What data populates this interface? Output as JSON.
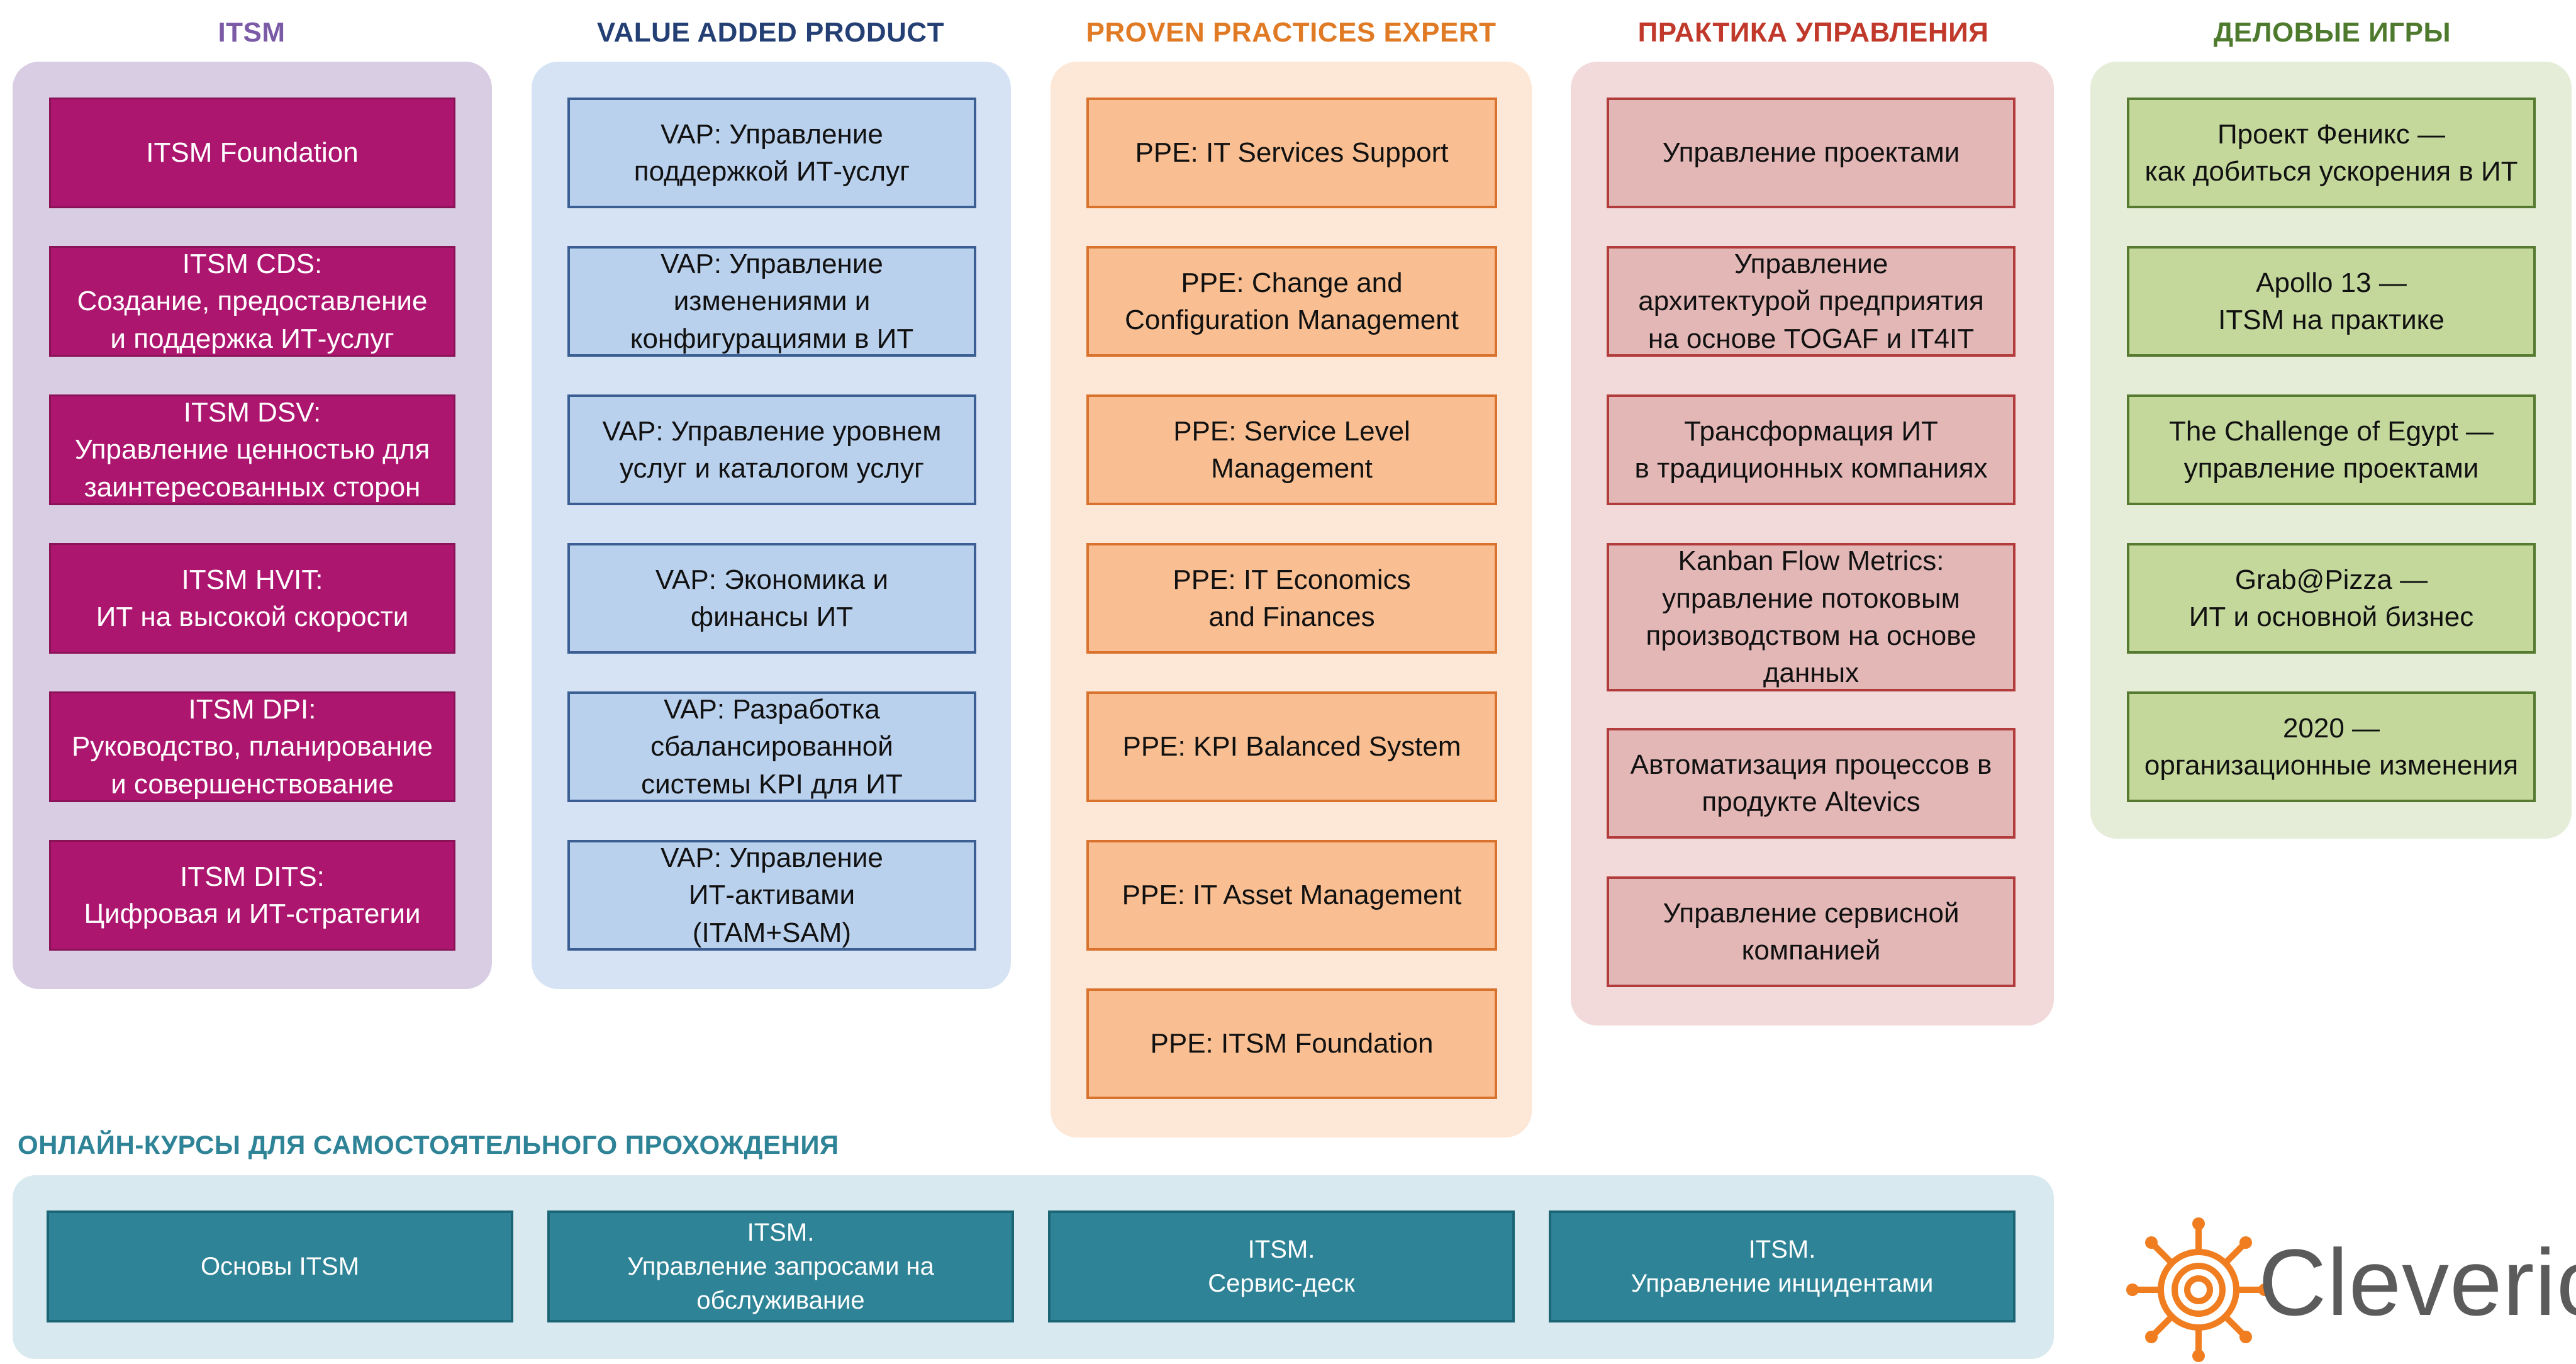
{
  "columns": {
    "itsm": {
      "title": "ITSM",
      "color": "#7b5aa6",
      "items": [
        "ITSM Foundation",
        "ITSM CDS:\nСоздание, предоставление\nи поддержка ИТ-услуг",
        "ITSM DSV:\nУправление ценностью для\nзаинтересованных сторон",
        "ITSM HVIT:\nИТ на высокой скорости",
        "ITSM DPI:\nРуководство, планирование\nи совершенствование",
        "ITSM DITS:\nЦифровая и ИТ-стратегии"
      ]
    },
    "vap": {
      "title": "VALUE ADDED PRODUCT",
      "color": "#243f73",
      "items": [
        "VAP: Управление\nподдержкой ИТ-услуг",
        "VAP: Управление\nизменениями и\nконфигурациями в ИТ",
        "VAP: Управление уровнем\nуслуг и каталогом услуг",
        "VAP: Экономика и\nфинансы ИТ",
        "VAP: Разработка\nсбалансированной\nсистемы KPI для ИТ",
        "VAP: Управление\nИТ-активами\n(ITAM+SAM)"
      ]
    },
    "ppe": {
      "title": "PROVEN PRACTICES EXPERT",
      "color": "#e07a24",
      "items": [
        "PPE: IT Services Support",
        "PPE: Change and\nConfiguration Management",
        "PPE: Service Level\nManagement",
        "PPE: IT Economics\nand Finances",
        "PPE: KPI Balanced System",
        "PPE: IT Asset Management",
        "PPE: ITSM Foundation"
      ]
    },
    "mgmt": {
      "title": "ПРАКТИКА УПРАВЛЕНИЯ",
      "color": "#c0392b",
      "items": [
        "Управление проектами",
        "Управление\nархитектурой предприятия\nна основе TOGAF и IT4IT",
        "Трансформация ИТ\nв традиционных компаниях",
        "Kanban Flow Metrics:\nуправление потоковым\nпроизводством на основе\nданных",
        "Автоматизация процессов в\nпродукте Altevics",
        "Управление сервисной\nкомпанией"
      ]
    },
    "games": {
      "title": "ДЕЛОВЫЕ ИГРЫ",
      "color": "#4e7a2e",
      "items": [
        "Проект Феникс —\nкак добиться ускорения в ИТ",
        "Apollo 13 —\nITSM на практике",
        "The Challenge of Egypt —\nуправление проектами",
        "Grab@Pizza —\nИТ и основной бизнес",
        "2020 —\nорганизационные изменения"
      ]
    }
  },
  "online": {
    "title": "ОНЛАЙН-КУРСЫ ДЛЯ САМОСТОЯТЕЛЬНОГО ПРОХОЖДЕНИЯ",
    "color": "#2e8396",
    "items": [
      "Основы ITSM",
      "ITSM.\nУправление запросами на\nобслуживание",
      "ITSM.\nСервис-деск",
      "ITSM.\nУправление инцидентами"
    ]
  },
  "logo": {
    "text": "Clevericks",
    "icon": "ship-wheel-icon",
    "accent": "#f07d1f"
  }
}
